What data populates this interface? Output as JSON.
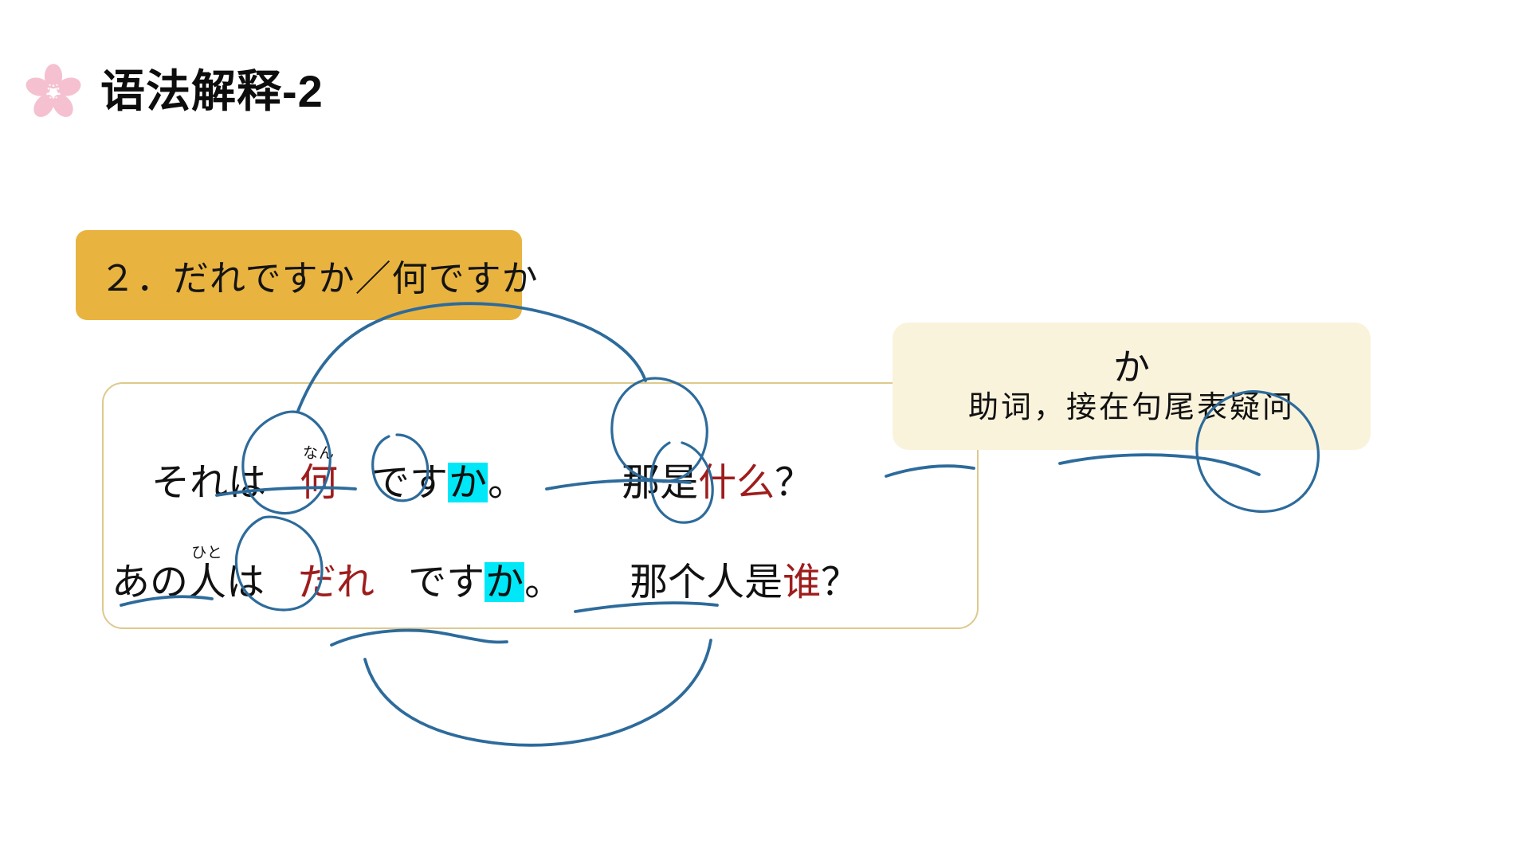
{
  "header": {
    "title": "语法解释-2",
    "icon": "sakura-flower-icon",
    "icon_color": "#f5c0cf"
  },
  "section": {
    "banner_label": "２．だれですか／何ですか",
    "banner_color": "#e9b33f"
  },
  "examples": [
    {
      "jp_prefix": "それは",
      "jp_ruby": "なん",
      "jp_keyword": "何",
      "jp_middle": "です",
      "jp_particle": "か",
      "jp_suffix": "。",
      "cn_prefix": "那是",
      "cn_keyword": "什么",
      "cn_suffix": "？"
    },
    {
      "jp_prefix_a": "あの",
      "jp_ruby": "ひと",
      "jp_ruby_base": "人",
      "jp_prefix_b": "は",
      "jp_keyword": "だれ",
      "jp_middle": "です",
      "jp_particle": "か",
      "jp_suffix": "。",
      "cn_prefix": "那个人是",
      "cn_keyword": "谁",
      "cn_suffix": "？"
    }
  ],
  "callout": {
    "kana": "か",
    "description": "助词，接在句尾表疑问",
    "background": "#faf3dc",
    "circled_term": "疑问"
  },
  "colors": {
    "keyword_red": "#9e1d1d",
    "highlight_cyan": "#00e8f7",
    "ink_blue": "#2d6b9b",
    "box_border": "#ddc98c",
    "banner_orange": "#e9b33f"
  }
}
